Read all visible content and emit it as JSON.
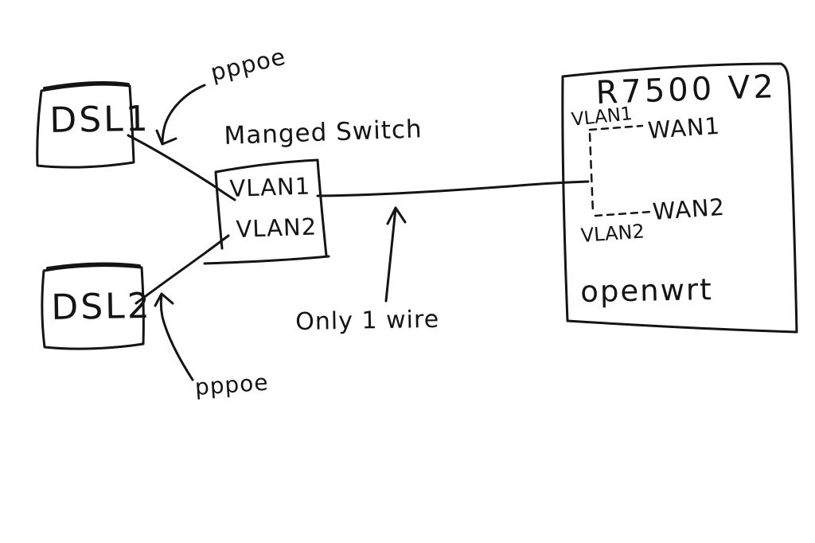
{
  "canvas": {
    "background_color": "#ffffff",
    "ink_color": "#141414"
  },
  "nodes": {
    "dsl1": {
      "label": "DSL1"
    },
    "dsl2": {
      "label": "DSL2"
    },
    "switch": {
      "title": "Manged Switch",
      "port1": "VLAN1",
      "port2": "VLAN2"
    },
    "router": {
      "title": "R7500 V2",
      "vlan1": "VLAN1",
      "wan1": "WAN1",
      "vlan2": "VLAN2",
      "wan2": "WAN2",
      "os": "openwrt"
    }
  },
  "annotations": {
    "pppoe_top": "pppoe",
    "pppoe_bottom": "pppoe",
    "only_one_wire": "Only 1 wire"
  }
}
